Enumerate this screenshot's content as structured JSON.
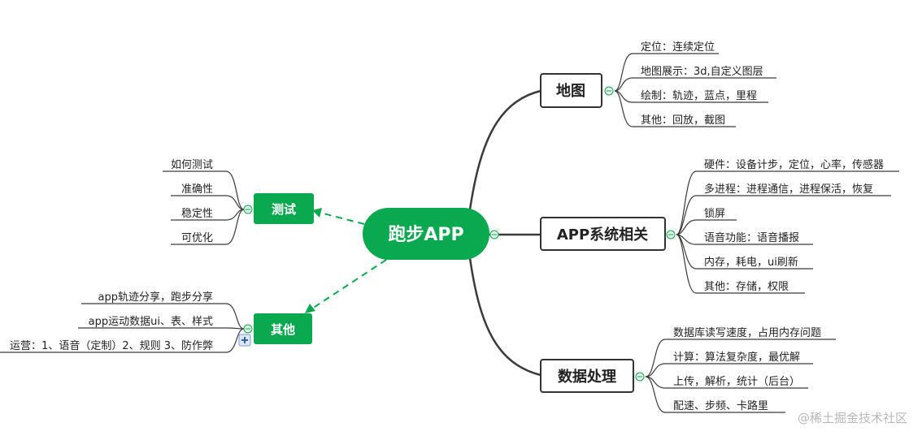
{
  "center": {
    "label": "跑步APP"
  },
  "right": [
    {
      "label": "地图",
      "items": [
        "定位：连续定位",
        "地图展示：3d,自定义图层",
        "绘制：轨迹，蓝点，里程",
        "其他：回放，截图"
      ]
    },
    {
      "label": "APP系统相关",
      "items": [
        "硬件：设备计步，定位，心率，传感器",
        "多进程：进程通信，进程保活，恢复",
        "锁屏",
        "语音功能：语音播报",
        "内存，耗电，ui刷新",
        "其他：存储，权限"
      ]
    },
    {
      "label": "数据处理",
      "items": [
        "数据库读写速度，占用内存问题",
        "计算：算法复杂度，最优解",
        "上传，解析，统计（后台）",
        "配速、步频、卡路里"
      ]
    }
  ],
  "left": [
    {
      "label": "测试",
      "items": [
        "如何测试",
        "准确性",
        "稳定性",
        "可优化"
      ]
    },
    {
      "label": "其他",
      "items": [
        "app轨迹分享，跑步分享",
        "app运动数据ui、表、样式",
        "运营：1、语音（定制）2、规则  3、防作弊"
      ]
    }
  ],
  "watermark": "@稀土掘金技术社区",
  "colors": {
    "green": "#0aa84f",
    "line": "#3a3a3a",
    "box_border": "#333333",
    "collapse_fill": "#e6f5e6"
  }
}
